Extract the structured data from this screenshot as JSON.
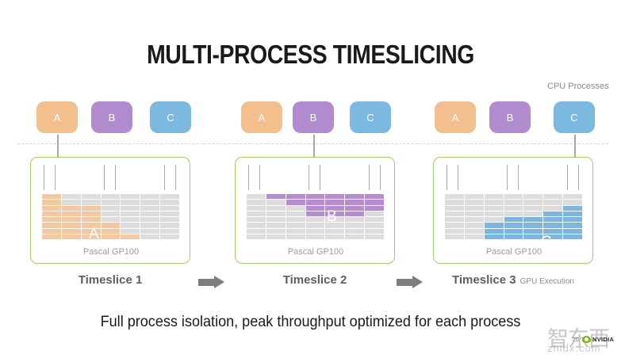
{
  "slide": {
    "title": "MULTI-PROCESS TIMESLICING",
    "bottom_caption": "Full process isolation, peak throughput optimized for each process",
    "cpu_processes_label": "CPU Processes",
    "gpu_execution_label": "GPU Execution",
    "page_number": "20",
    "step_arrow_glyph": "→"
  },
  "colors": {
    "process_a": "#f2bf8d",
    "process_b": "#b08cce",
    "process_c": "#7cb9e0",
    "fill_a": "#f6c79c",
    "fill_b": "#b58cd4",
    "fill_c": "#79b6e3",
    "panel_border": "#9ed363",
    "grid_empty": "#dcdcdc",
    "divider": "#d4d4d4",
    "arrow": "#7d7d7d",
    "nvidia_green": "#76b900"
  },
  "processes": [
    {
      "label": "A",
      "color_key": "process_a"
    },
    {
      "label": "B",
      "color_key": "process_b"
    },
    {
      "label": "C",
      "color_key": "process_c"
    }
  ],
  "timeslices": [
    {
      "caption": "Timeslice 1",
      "gpu_name": "Pascal GP100",
      "active_process": "A",
      "active_index": 0,
      "grid": {
        "rows": 8,
        "cols": 7,
        "fill_color_key": "fill_a",
        "letter": "A",
        "filled_cells_per_row": [
          1,
          1,
          3,
          3,
          3,
          4,
          4,
          5
        ],
        "alignment": "left"
      }
    },
    {
      "caption": "Timeslice 2",
      "gpu_name": "Pascal GP100",
      "active_process": "B",
      "active_index": 1,
      "grid": {
        "rows": 8,
        "cols": 7,
        "fill_color_key": "fill_b",
        "letter": "B",
        "filled_ranges_per_row": [
          [
            1,
            6
          ],
          [
            2,
            6
          ],
          [
            3,
            6
          ],
          [
            3,
            5
          ],
          [],
          [],
          [],
          []
        ],
        "alignment": "right-stagger"
      }
    },
    {
      "caption": "Timeslice 3",
      "gpu_name": "Pascal GP100",
      "active_process": "C",
      "active_index": 2,
      "grid": {
        "rows": 8,
        "cols": 7,
        "fill_color_key": "fill_c",
        "letter": "C",
        "filled_ranges_per_row": [
          [],
          [],
          [
            6,
            6
          ],
          [
            5,
            6
          ],
          [
            3,
            6
          ],
          [
            2,
            6
          ],
          [
            2,
            6
          ],
          [
            2,
            6
          ]
        ],
        "alignment": "bottom-stair"
      }
    }
  ],
  "watermark": {
    "chinese": "智东西",
    "url": "zhidx.com",
    "brand": "NVIDIA"
  }
}
